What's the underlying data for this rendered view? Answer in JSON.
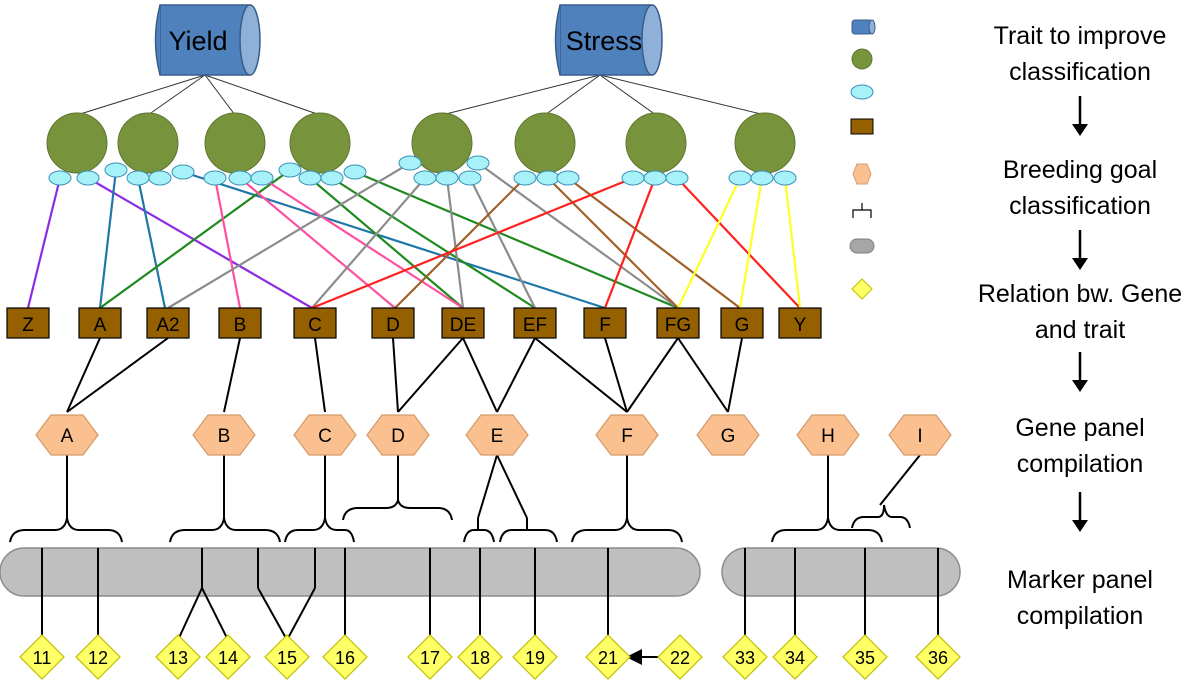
{
  "traits": [
    "Yield",
    "Stress"
  ],
  "markers": [
    "Z",
    "A",
    "A2",
    "B",
    "C",
    "D",
    "DE",
    "EF",
    "F",
    "FG",
    "G",
    "Y"
  ],
  "genes": [
    "A",
    "B",
    "C",
    "D",
    "E",
    "F",
    "G",
    "H",
    "I"
  ],
  "snps": [
    "11",
    "12",
    "13",
    "14",
    "15",
    "16",
    "17",
    "18",
    "19",
    "21",
    "22",
    "33",
    "34",
    "35",
    "36"
  ],
  "steps": [
    "Trait to improve classification",
    "Breeding goal classification",
    "Relation bw. Gene and trait",
    "Gene panel compilation",
    "Marker panel compilation"
  ],
  "legend": [
    "cylinder-icon",
    "circle-icon",
    "oval-icon",
    "square-icon",
    "hexagon-icon",
    "bracket-icon",
    "rounded-bar-icon",
    "diamond-icon"
  ],
  "colors": {
    "trait": "#4f81bd",
    "breeding_goal": "#77933c",
    "oval": "#a6f2f8",
    "marker": "#946000",
    "gene": "#fac090",
    "bar": "#bfbfbf",
    "snp": "#ffff66",
    "purple": "#8b2be2",
    "teal": "#1f77a8",
    "green": "#1f8a1f",
    "pink": "#ff4fa0",
    "gray": "#8c8c8c",
    "red": "#ff2020",
    "brown": "#a0602a",
    "yellow": "#ffff22"
  }
}
